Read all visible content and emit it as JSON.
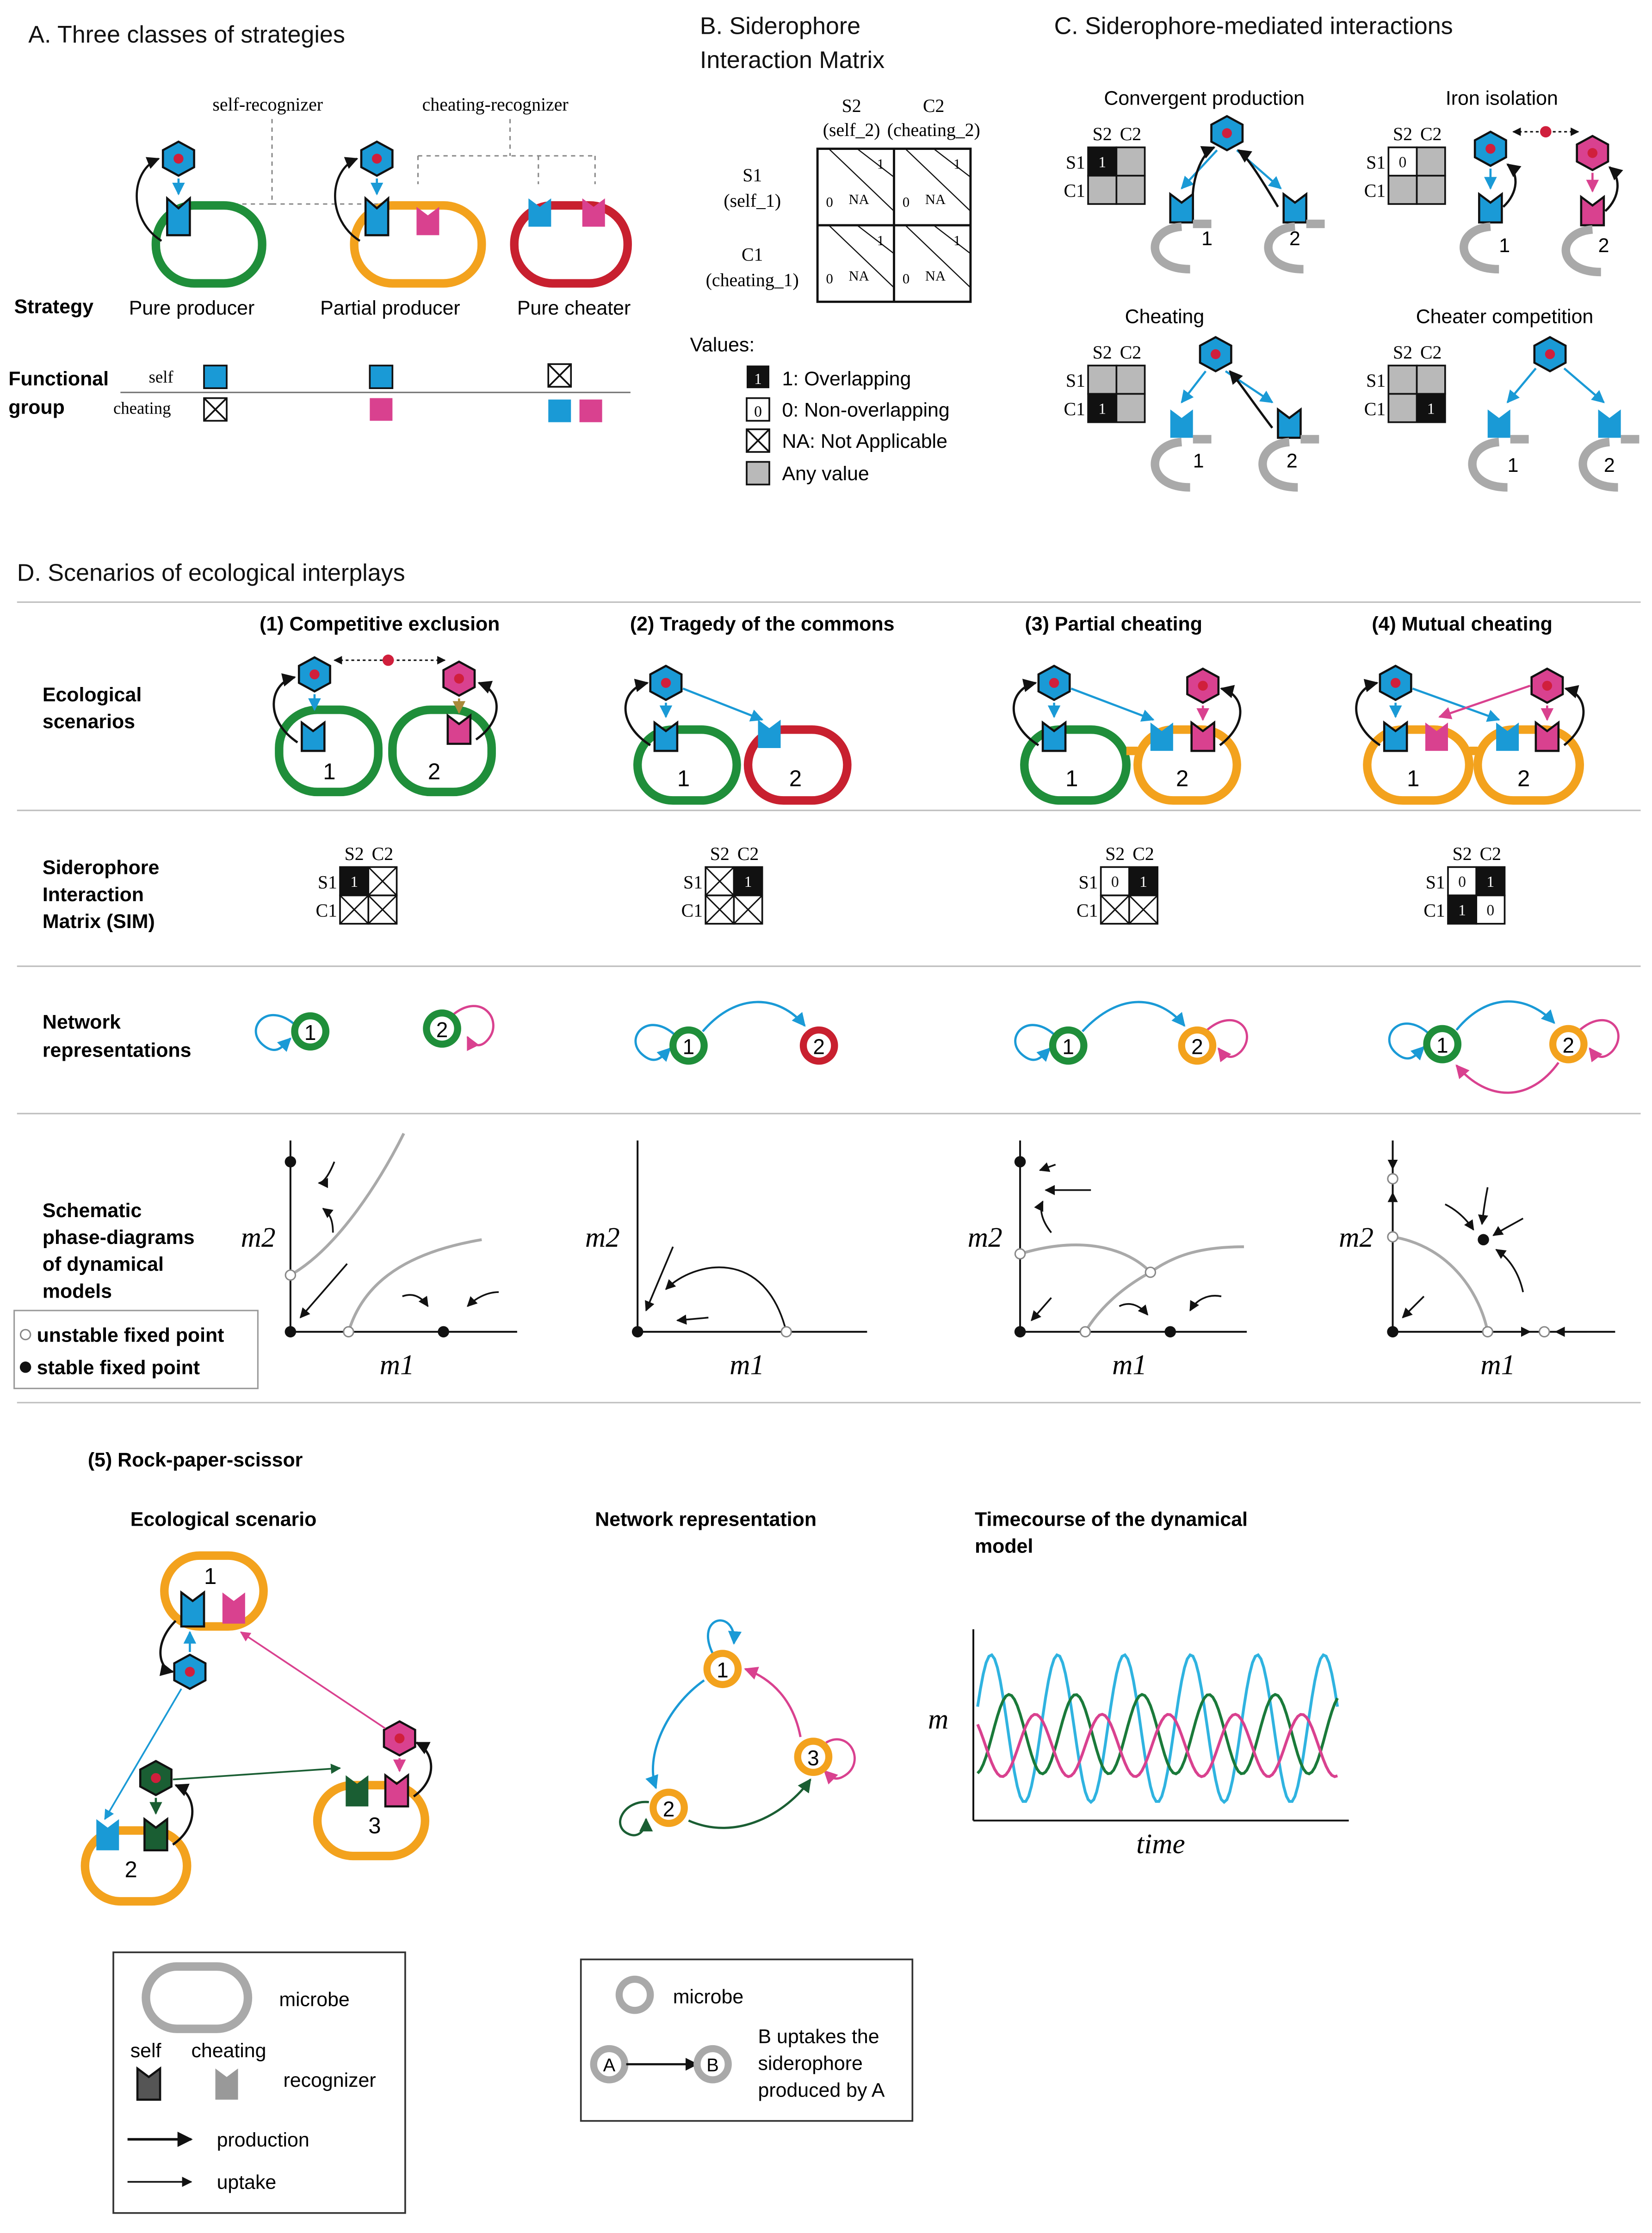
{
  "colors": {
    "self_blue": "#1a9ad6",
    "cheat_pink": "#d9418f",
    "green": "#1f8e3a",
    "red": "#c8202f",
    "orange": "#f3a21d",
    "dark_green": "#1a5e33",
    "gray": "#9a9a9a",
    "iron": "#d01f3c"
  },
  "panelA": {
    "title": "A. Three classes of strategies",
    "self_recognizer": "self-recognizer",
    "cheating_recognizer": "cheating-recognizer",
    "strategy_label": "Strategy",
    "strategies": [
      "Pure producer",
      "Partial producer",
      "Pure cheater"
    ],
    "functional_group": [
      "Functional",
      "group"
    ],
    "row_self": "self",
    "row_cheating": "cheating"
  },
  "panelB": {
    "title": [
      "B. Siderophore",
      "Interaction Matrix"
    ],
    "cols": [
      [
        "S2",
        "(self_2)"
      ],
      [
        "C2",
        "(cheating_2)"
      ]
    ],
    "rows": [
      [
        "S1",
        "(self_1)"
      ],
      [
        "C1",
        "(cheating_1)"
      ]
    ],
    "cell": {
      "top": "1",
      "mid": "NA",
      "left": "0"
    },
    "values_title": "Values:",
    "legend": [
      {
        "swatch": "1",
        "label": "1: Overlapping"
      },
      {
        "swatch": "0",
        "label": "0: Non-overlapping"
      },
      {
        "swatch": "x",
        "label": "NA: Not Applicable"
      },
      {
        "swatch": "any",
        "label": "Any value"
      }
    ]
  },
  "panelC": {
    "title": "C. Siderophore-mediated interactions",
    "items": [
      {
        "title": "Convergent production",
        "filled": "S1",
        "value": "1"
      },
      {
        "title": "Iron isolation",
        "filled": "S1",
        "value": "0"
      },
      {
        "title": "Cheating",
        "filled": "C1",
        "value": "1"
      },
      {
        "title": "Cheater competition",
        "filled": "C2",
        "value": "1"
      }
    ],
    "sim_cols": [
      "S2",
      "C2"
    ],
    "sim_rows": [
      "S1",
      "C1"
    ],
    "microbes": [
      "1",
      "2"
    ]
  },
  "panelD": {
    "title": "D. Scenarios of ecological interplays",
    "scenarios": [
      "(1) Competitive exclusion",
      "(2) Tragedy of the commons",
      "(3) Partial cheating",
      "(4) Mutual cheating"
    ],
    "row_labels": {
      "eco": [
        "Ecological",
        "scenarios"
      ],
      "sim": [
        "Siderophore",
        "Interaction",
        "Matrix (SIM)"
      ],
      "net": [
        "Network",
        "representations"
      ],
      "phase": [
        "Schematic",
        "phase-diagrams",
        "of dynamical",
        "models"
      ]
    },
    "sim": [
      {
        "S1S2": "1",
        "S1C2": "x",
        "C1S2": "x",
        "C1C2": "x"
      },
      {
        "S1S2": "x",
        "S1C2": "1",
        "C1S2": "x",
        "C1C2": "x"
      },
      {
        "S1S2": "0",
        "S1C2": "1",
        "C1S2": "x",
        "C1C2": "x"
      },
      {
        "S1S2": "0",
        "S1C2": "1",
        "C1S2": "1",
        "C1C2": "0"
      }
    ],
    "axis_x": "m1",
    "axis_y": "m2",
    "phase_legend": [
      "unstable fixed point",
      "stable fixed point"
    ],
    "node_labels": [
      "1",
      "2"
    ]
  },
  "panel5": {
    "title": "(5) Rock-paper-scissor",
    "eco_title": "Ecological scenario",
    "net_title": "Network representation",
    "time_title": [
      "Timecourse of the dynamical",
      "model"
    ],
    "axis_y": "m",
    "axis_x": "time",
    "nodes": [
      "1",
      "2",
      "3"
    ]
  },
  "legend1": {
    "microbe": "microbe",
    "self": "self",
    "cheating": "cheating",
    "recognizer": "recognizer",
    "production": "production",
    "uptake": "uptake"
  },
  "legend2": {
    "microbe": "microbe",
    "a": "A",
    "b": "B",
    "desc": [
      "B uptakes the",
      "siderophore",
      "produced by A"
    ]
  }
}
